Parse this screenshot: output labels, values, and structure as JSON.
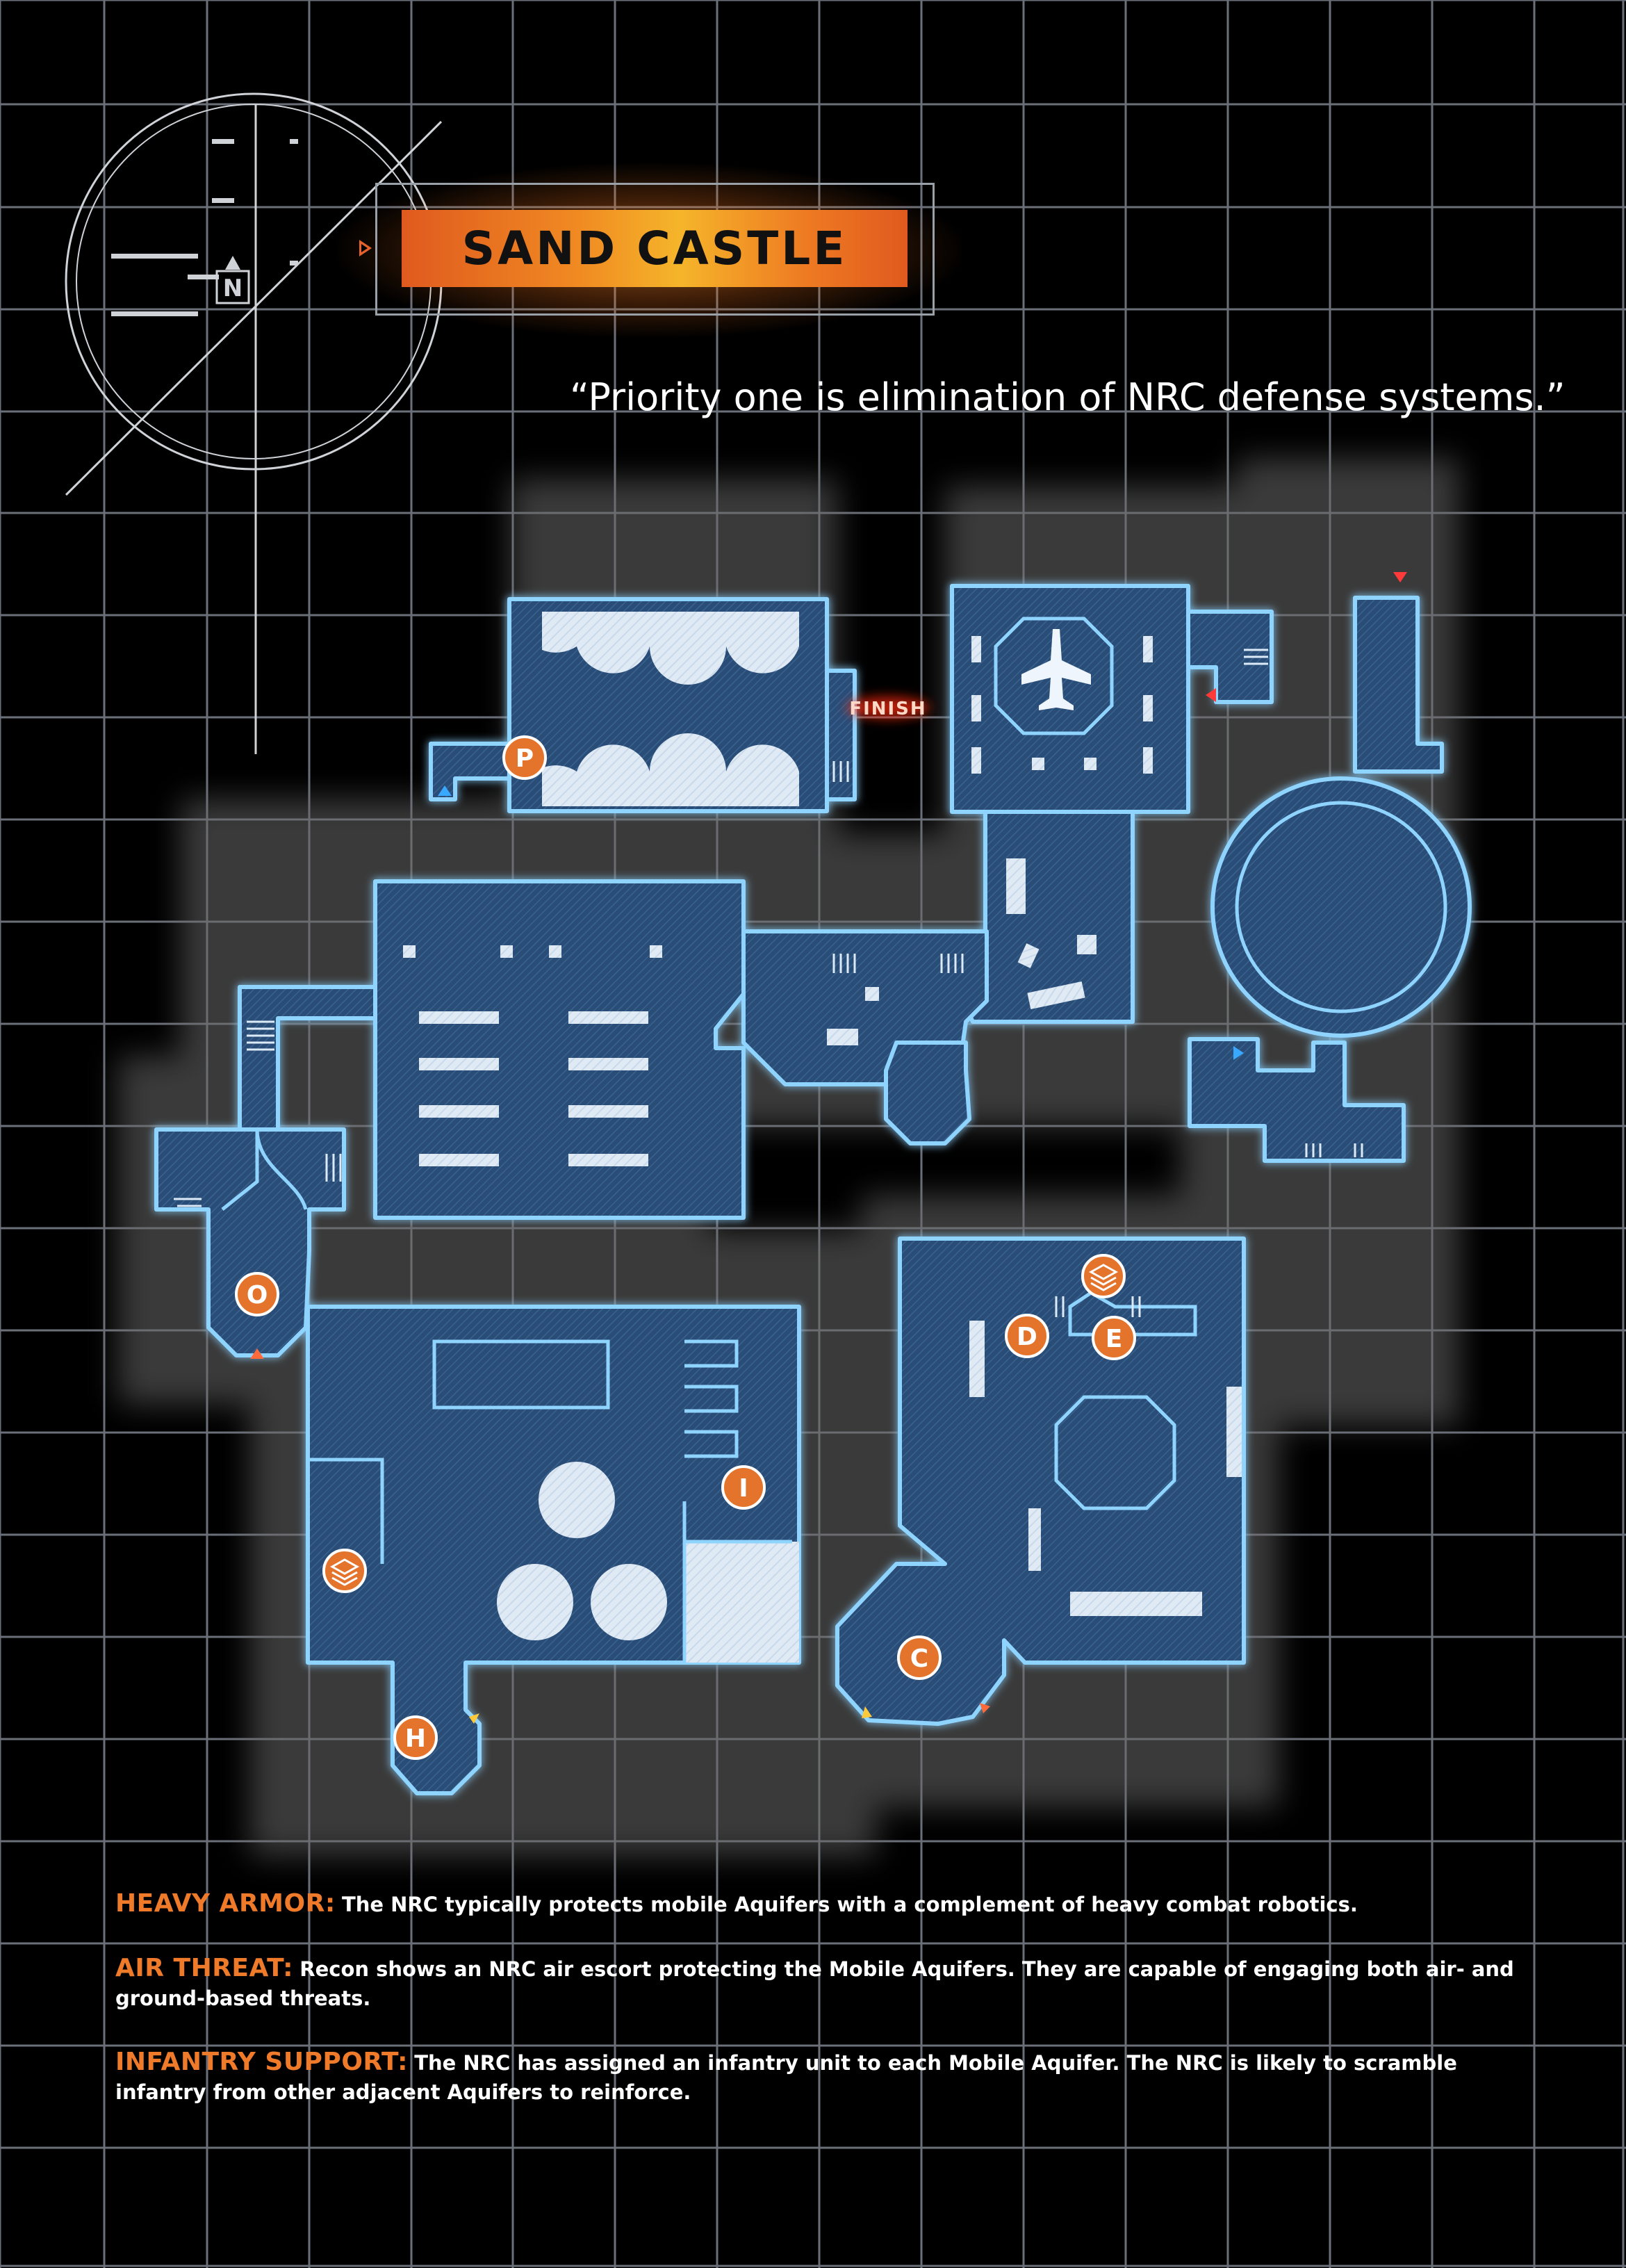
{
  "title": "SAND CASTLE",
  "quote": "“Priority one is elimination of NRC defense systems.”",
  "compass": {
    "north_label": "N",
    "icon": "compass-north-icon"
  },
  "map": {
    "finish_label": "FINISH",
    "markers": [
      {
        "id": "P",
        "label": "P"
      },
      {
        "id": "O",
        "label": "O"
      },
      {
        "id": "D",
        "label": "D"
      },
      {
        "id": "E",
        "label": "E"
      },
      {
        "id": "I",
        "label": "I"
      },
      {
        "id": "C",
        "label": "C"
      },
      {
        "id": "H",
        "label": "H"
      }
    ],
    "icons": [
      "aircraft-icon",
      "stack-icon",
      "arrow-icon"
    ],
    "colors": {
      "room_fill": "#2c4f78",
      "room_outline": "#8fd4ff",
      "marker": "#e4732b",
      "finish": "#ff3322"
    }
  },
  "notes": [
    {
      "label": "HEAVY ARMOR:",
      "text": "The NRC typically protects mobile Aquifers with a complement of heavy combat robotics."
    },
    {
      "label": "AIR THREAT:",
      "text": "Recon shows an NRC air escort protecting the Mobile Aquifers. They are capable of engaging both air- and ground-based threats."
    },
    {
      "label": "INFANTRY SUPPORT:",
      "text": "The NRC has assigned an infantry unit to each Mobile Aquifer. The NRC is likely to scramble infantry from other adjacent Aquifers to reinforce."
    }
  ],
  "accent_color": "#ee7a2a"
}
